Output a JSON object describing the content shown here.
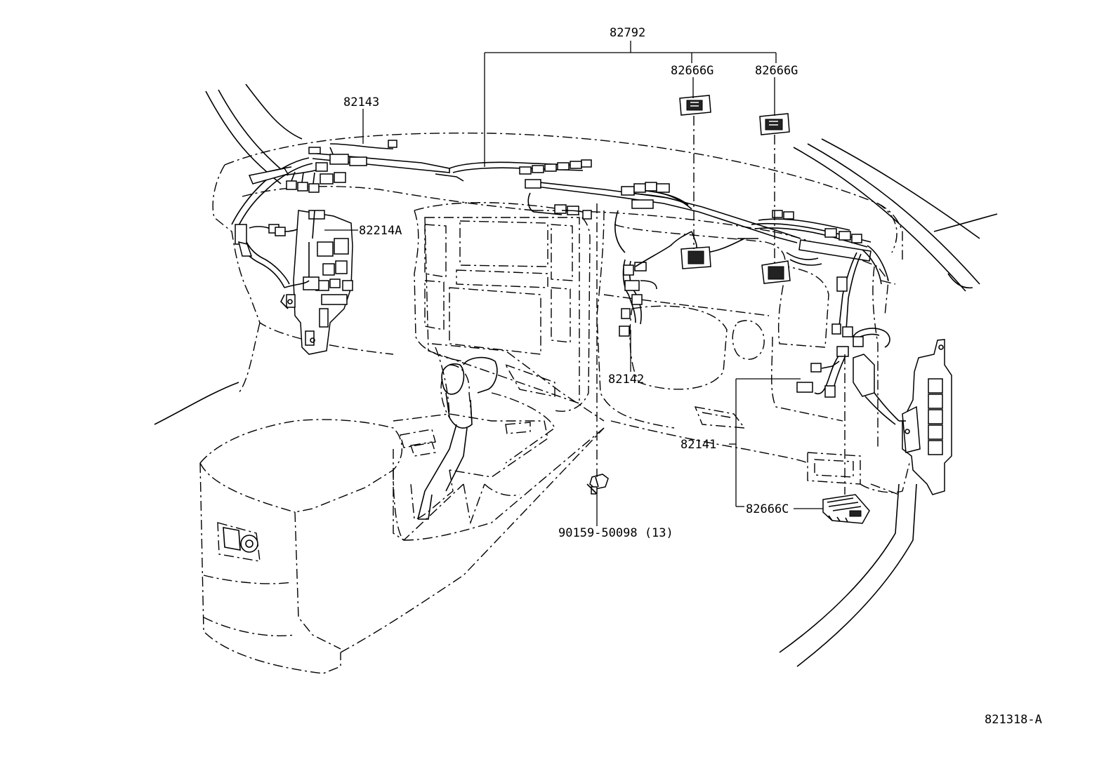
{
  "diagram": {
    "labels": {
      "harness_main": "82792",
      "harness_left": "82143",
      "junction_block": "82214A",
      "harness_center": "82142",
      "harness_right": "82141",
      "clamp_1": "82666G",
      "clamp_2": "82666G",
      "clamp_3": "82666C",
      "bolt": "90159-50098 (13)",
      "drawing_id": "821318-A"
    }
  }
}
